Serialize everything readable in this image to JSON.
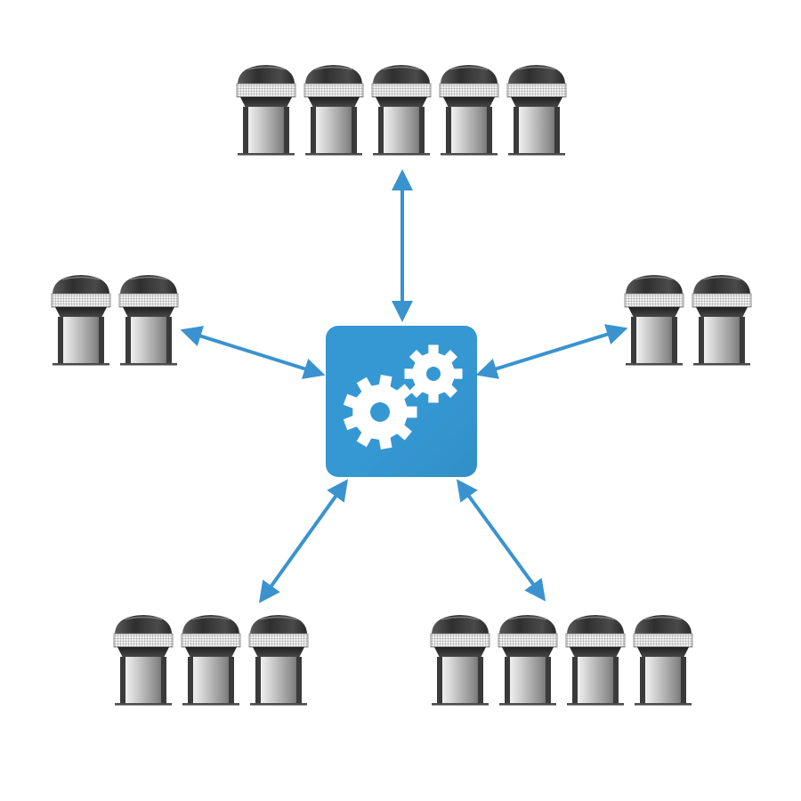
{
  "colors": {
    "arrow": "#3a93cf",
    "hub": "#3598d3",
    "gear": "#ffffff",
    "fan_cap": "#3d3d3d",
    "fan_body": "#7a7a7a"
  },
  "hub": {
    "icon": "gears-icon"
  },
  "groups": [
    {
      "id": "top",
      "count": 5,
      "icon": "roof-fan-icon"
    },
    {
      "id": "left",
      "count": 2,
      "icon": "roof-fan-icon"
    },
    {
      "id": "right",
      "count": 2,
      "icon": "roof-fan-icon"
    },
    {
      "id": "bottom-left",
      "count": 3,
      "icon": "roof-fan-icon"
    },
    {
      "id": "bottom-right",
      "count": 4,
      "icon": "roof-fan-icon"
    }
  ],
  "connections": [
    {
      "to": "top",
      "style": "double-arrow"
    },
    {
      "to": "left",
      "style": "double-arrow"
    },
    {
      "to": "right",
      "style": "double-arrow"
    },
    {
      "to": "bottom-left",
      "style": "double-arrow"
    },
    {
      "to": "bottom-right",
      "style": "double-arrow"
    }
  ]
}
